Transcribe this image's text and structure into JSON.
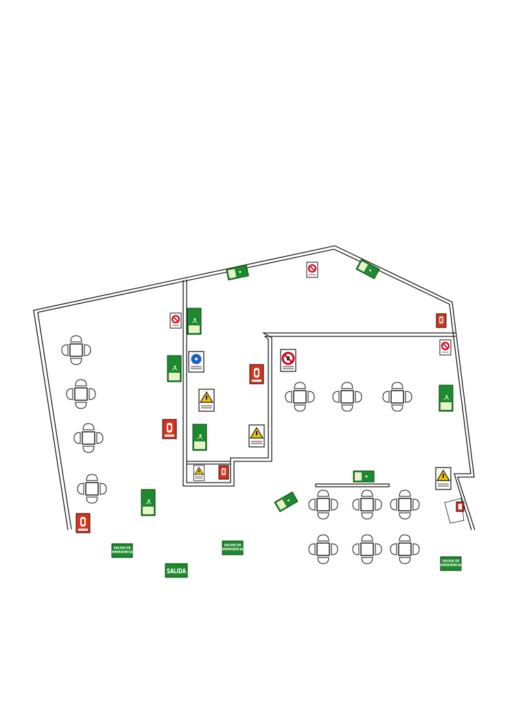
{
  "plan": {
    "colors": {
      "wall": "#1a1a1a",
      "exit_green": "#1e8a2e",
      "exit_pale": "#e8f4c8",
      "extinguisher_red": "#d9331c",
      "prohibition_red": "#d0021b",
      "mandatory_blue": "#1565c0",
      "warning_yellow": "#f2c200",
      "white": "#ffffff"
    },
    "sign_types": {
      "evacuation_exit": "green running-man exit sign",
      "extinguisher": "red fire-extinguisher sign",
      "prohibition": "red circular prohibition sign",
      "mandatory": "blue mandatory-action sign",
      "warning": "yellow triangular warning sign"
    },
    "exit_signs": {
      "salida_emergencia_1": "SALIDA DE EMERGENCIA",
      "salida_emergencia_2": "SALIDA DE EMERGENCIA",
      "salida_emergencia_3": "SALIDA DE EMERGENCIA",
      "salida": "SALIDA"
    }
  }
}
